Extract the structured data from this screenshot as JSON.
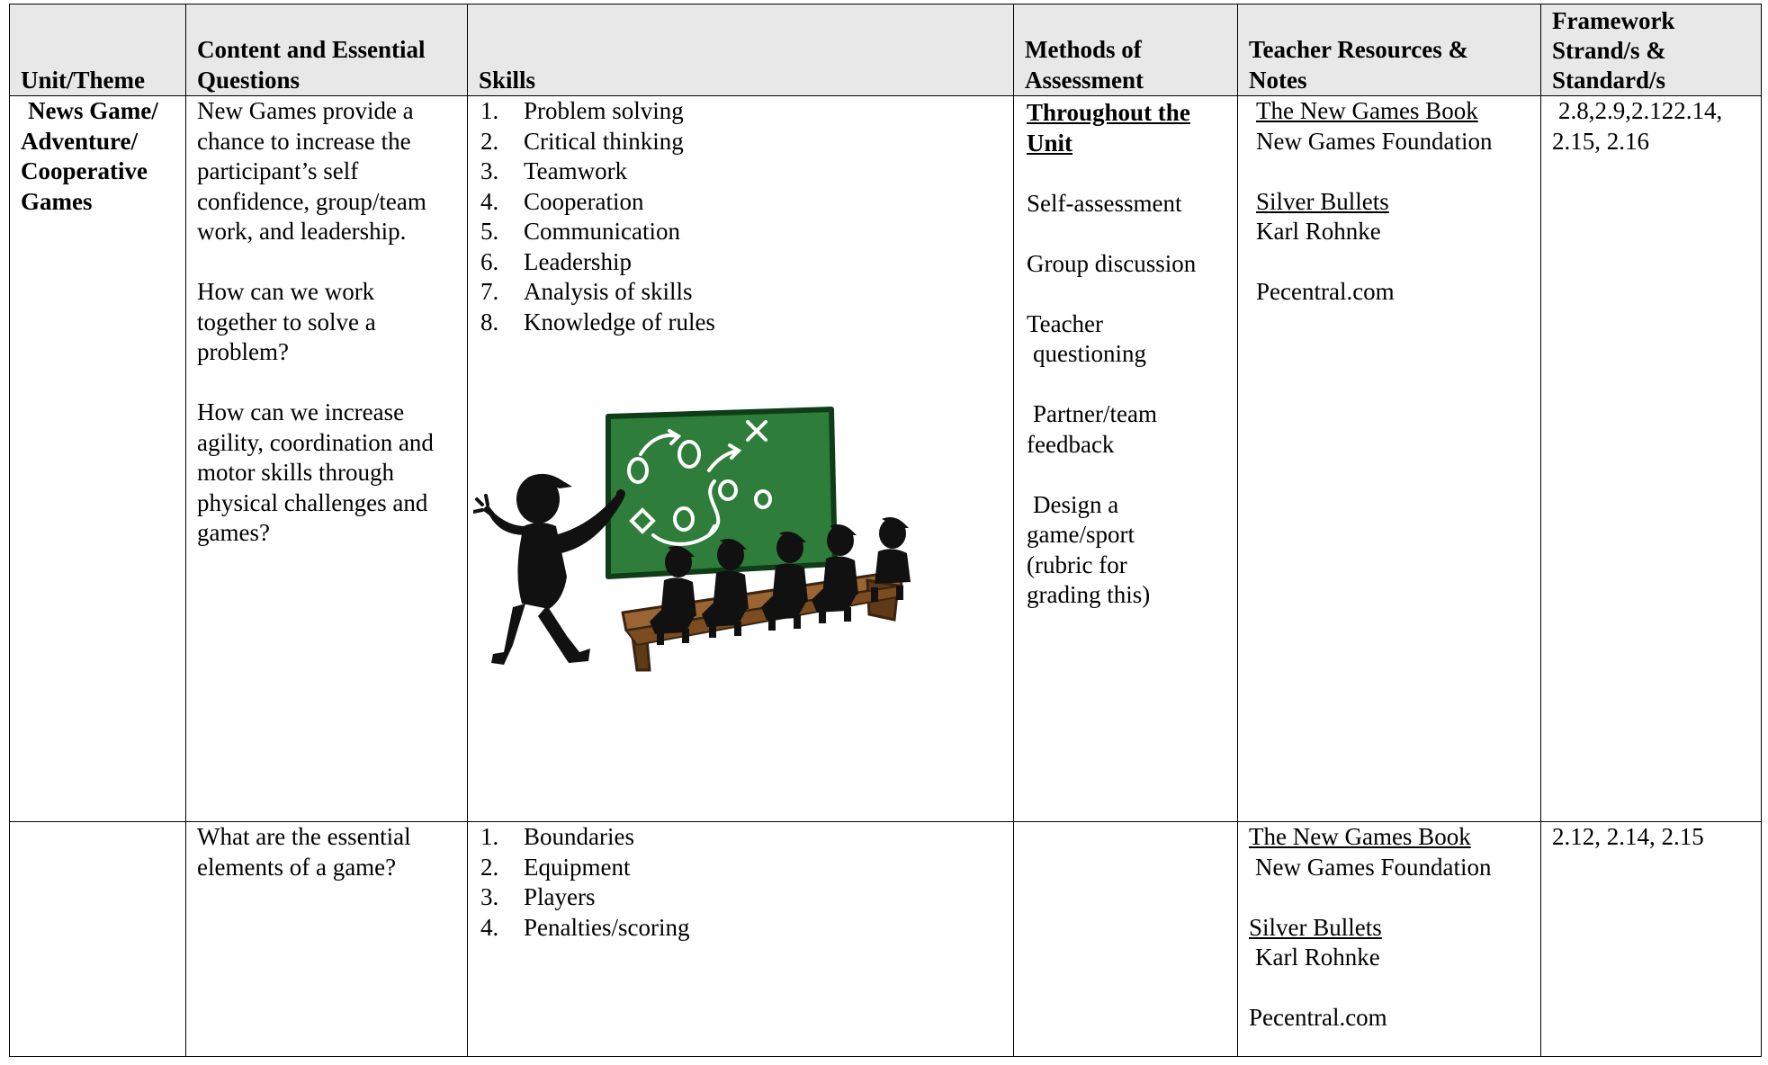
{
  "headers": {
    "unit": "Unit/Theme",
    "content": "Content and Essential Questions",
    "skills": "Skills",
    "methods": "Methods of Assessment",
    "resources": "Teacher Resources & Notes",
    "framework": "Framework Strand/s & Standard/s"
  },
  "row1": {
    "unit_lines": [
      "News Game/",
      "Adventure/",
      "Cooperative",
      "Games"
    ],
    "content_paragraphs": [
      "New Games provide a chance to increase the participant’s self confidence, group/team work, and leadership.",
      "How can we work together to solve a problem?",
      "How can we increase agility, coordination and motor skills through physical challenges and games?"
    ],
    "skills": [
      {
        "num": "1.",
        "label": "Problem solving"
      },
      {
        "num": "2.",
        "label": "Critical thinking"
      },
      {
        "num": "3.",
        "label": "Teamwork"
      },
      {
        "num": "4.",
        "label": "Cooperation"
      },
      {
        "num": "5.",
        "label": "Communication"
      },
      {
        "num": "6.",
        "label": "Leadership"
      },
      {
        "num": "7.",
        "label": "Analysis of skills"
      },
      {
        "num": "8.",
        "label": "Knowledge of rules"
      }
    ],
    "methods_heading": "Throughout the Unit",
    "methods": [
      "Self-assessment",
      "Group discussion",
      "Teacher questioning",
      "Partner/team feedback",
      "Design a game/sport (rubric for grading this)"
    ],
    "resources": [
      {
        "title": "The New Games Book",
        "author": "New Games Foundation"
      },
      {
        "title": "Silver Bullets",
        "author": "Karl Rohnke"
      },
      {
        "title": "",
        "author": "Pecentral.com"
      }
    ],
    "framework": "2.8,2.9,2.122.14, 2.15, 2.16"
  },
  "row2": {
    "content": "What are the essential elements of  a game?",
    "skills": [
      {
        "num": "1.",
        "label": "Boundaries"
      },
      {
        "num": "2.",
        "label": "Equipment"
      },
      {
        "num": "3.",
        "label": "Players"
      },
      {
        "num": "4.",
        "label": "Penalties/scoring"
      }
    ],
    "resources": [
      {
        "title": "The New Games Book",
        "author": "New Games Foundation"
      },
      {
        "title": "Silver Bullets",
        "author": "Karl Rohnke"
      },
      {
        "title": "",
        "author": "Pecentral.com"
      }
    ],
    "framework": "2.12, 2.14, 2.15"
  },
  "colors": {
    "header_bg": "#e8e8e8",
    "chalkboard": "#2e7d3a",
    "bench": "#9a6532"
  },
  "icons": {
    "clipart": "coach-chalkboard-clipart"
  }
}
